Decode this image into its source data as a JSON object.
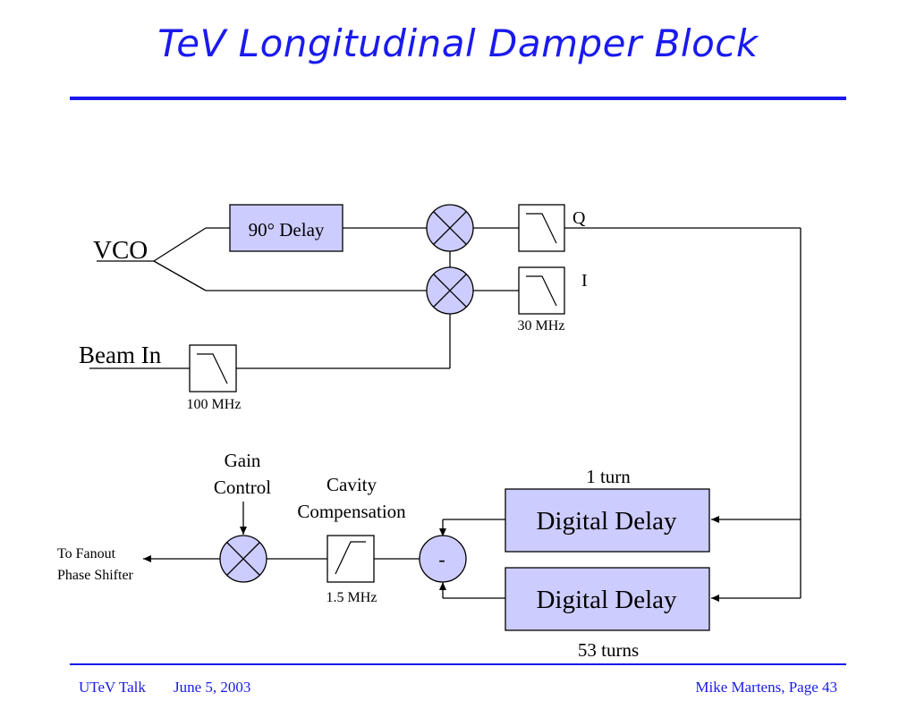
{
  "title": "TeV Longitudinal Damper Block",
  "footer": {
    "talk": "UTeV Talk",
    "date": "June 5, 2003",
    "page": "Mike Martens, Page 43"
  },
  "diagram": {
    "vco": "VCO",
    "delay90": "90° Delay",
    "q": "Q",
    "i": "I",
    "lpf_30": "30 MHz",
    "beam_in": "Beam In",
    "lpf_100": "100 MHz",
    "gain_control_1": "Gain",
    "gain_control_2": "Control",
    "cavity_comp_1": "Cavity",
    "cavity_comp_2": "Compensation",
    "hpf_15": "1.5 MHz",
    "subtract": "-",
    "turn1": "1 turn",
    "digital_delay_1": "Digital Delay",
    "digital_delay_2": "Digital Delay",
    "turn53": "53 turns",
    "fanout_1": "To Fanout",
    "fanout_2": "Phase Shifter"
  },
  "colors": {
    "title": "#1a1aee",
    "block_fill": "#ccccff",
    "line": "#000000"
  }
}
